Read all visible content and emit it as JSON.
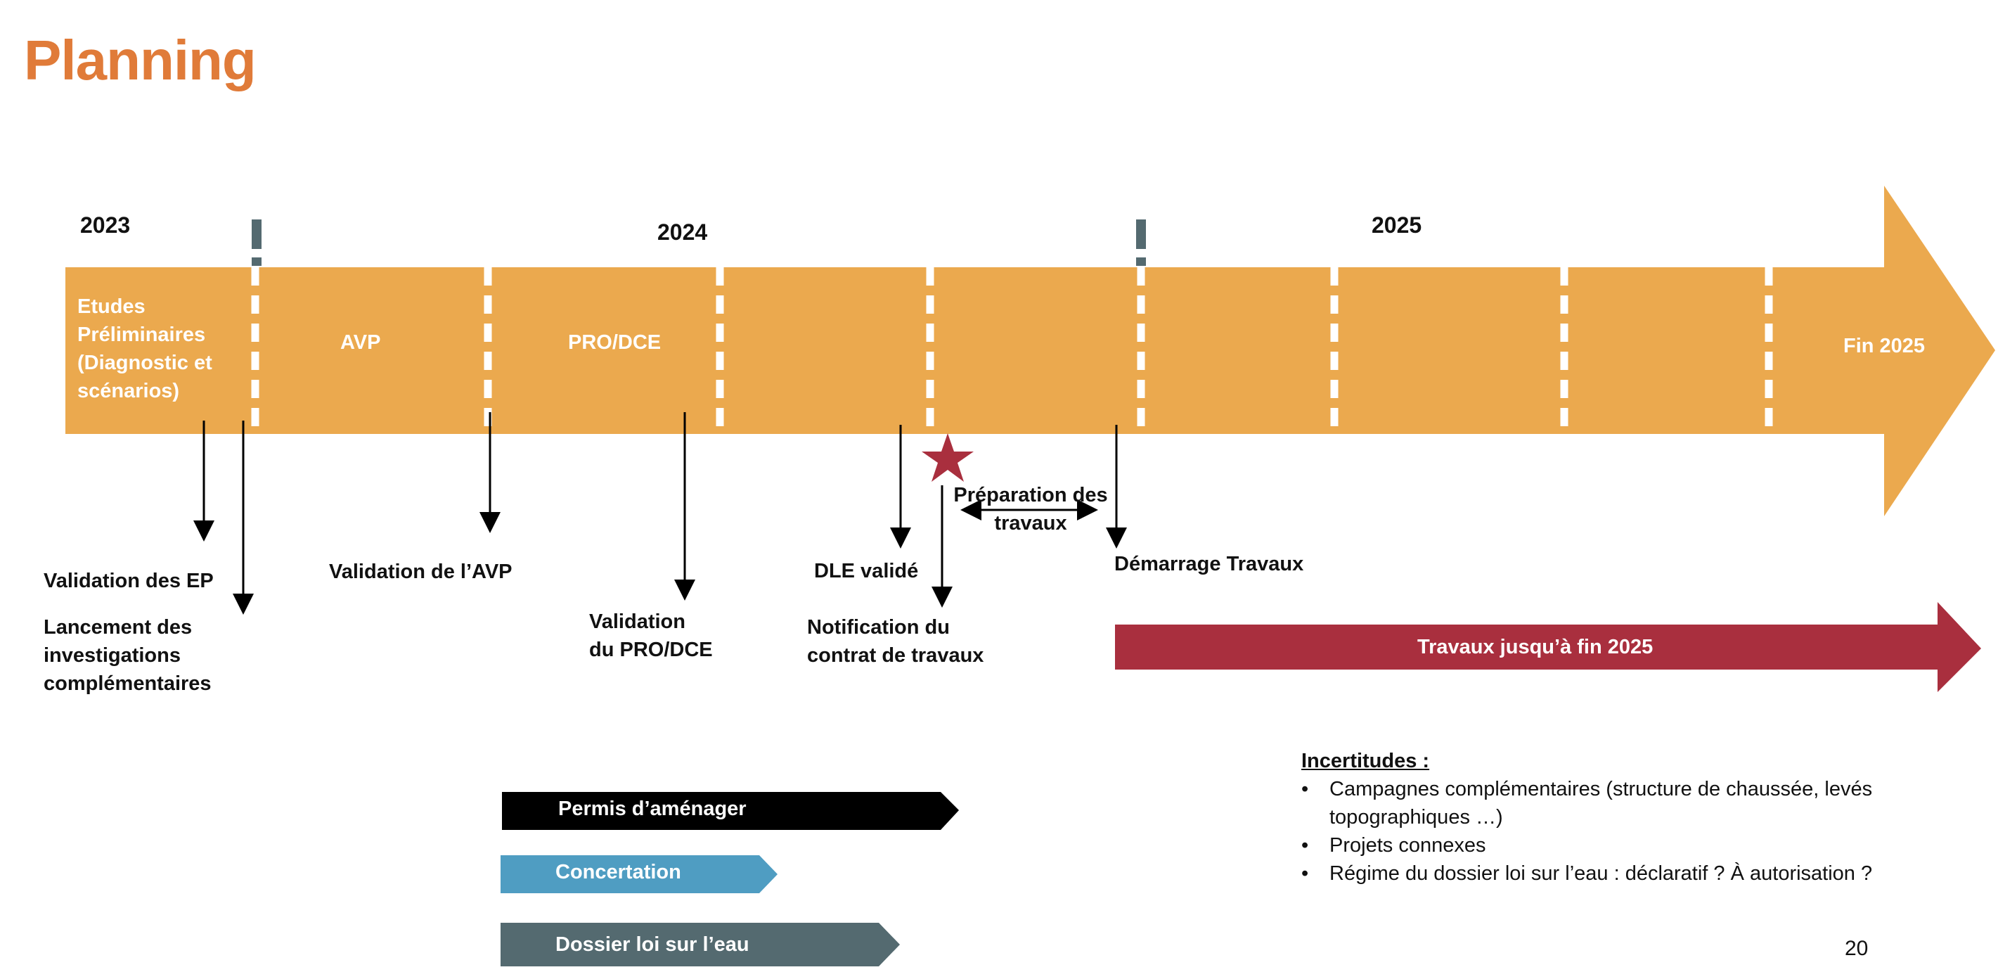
{
  "title": "Planning",
  "years": [
    "2023",
    "2024",
    "2025"
  ],
  "phases": {
    "etudes": [
      "Etudes",
      "Préliminaires",
      "(Diagnostic et",
      "scénarios)"
    ],
    "avp": "AVP",
    "pro_dce": "PRO/DCE",
    "fin": "Fin 2025"
  },
  "milestones": {
    "validation_ep": "Validation des EP",
    "lancement": [
      "Lancement des",
      "investigations",
      "complémentaires"
    ],
    "validation_avp": "Validation de l’AVP",
    "validation_pro": [
      "Validation",
      "du PRO/DCE"
    ],
    "dle": "DLE validé",
    "notification": [
      "Notification du",
      "contrat de travaux"
    ],
    "preparation": [
      "Préparation des",
      "travaux"
    ],
    "demarrage": "Démarrage Travaux"
  },
  "bars": {
    "travaux": "Travaux jusqu’à fin 2025",
    "permis": "Permis d’aménager",
    "concertation": "Concertation",
    "dossier_eau": "Dossier loi sur l’eau"
  },
  "uncertainties": {
    "title": "Incertitudes :",
    "items": [
      [
        "Campagnes complémentaires (structure de chaussée, levés",
        "topographiques …)"
      ],
      [
        "Projets connexes"
      ],
      [
        "Régime du dossier loi sur l’eau : déclaratif ? À autorisation ?"
      ]
    ]
  },
  "page_number": "20",
  "colors": {
    "title": "#E07B39",
    "timeline": "#EBA94E",
    "travaux": "#A92F3E",
    "permis": "#000000",
    "concertation": "#4F9DC2",
    "dossier_eau": "#546A70",
    "year_marker": "#546A70",
    "star": "#A92F3E"
  }
}
